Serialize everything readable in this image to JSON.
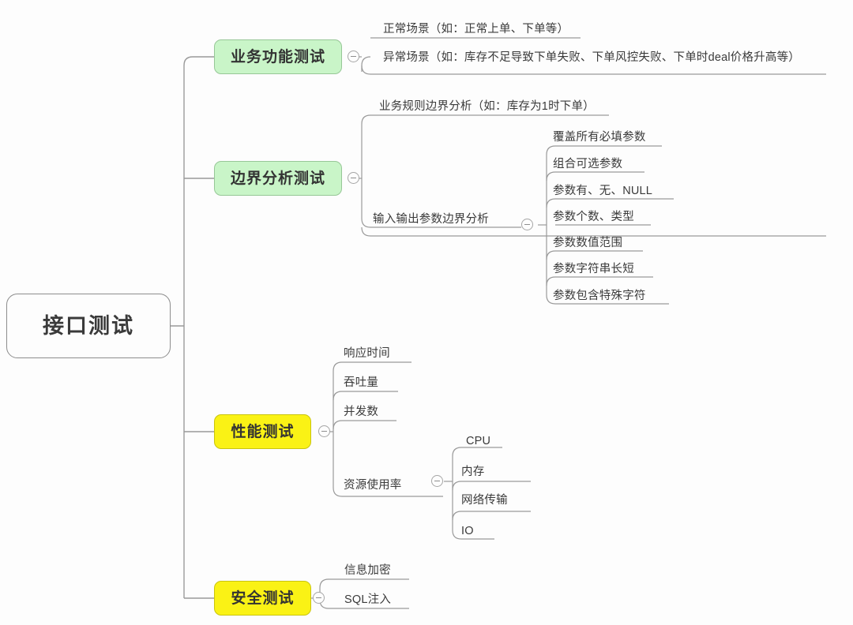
{
  "diagram": {
    "type": "mindmap",
    "title": "接口测试",
    "background_color": "#fdfdfd",
    "line_color": "#9a9a9a",
    "colors": {
      "green": "#c9f5c8",
      "yellow": "#faf215",
      "root": "#fdfdfd",
      "text": "#3a3a3a"
    }
  },
  "root": {
    "label": "接口测试"
  },
  "branches": [
    {
      "label": "业务功能测试",
      "color": "green",
      "toggle": "collapse-minus",
      "children": [
        {
          "label": "正常场景（如：正常上单、下单等）"
        },
        {
          "label": "异常场景（如：库存不足导致下单失败、下单风控失败、下单时deal价格升高等）"
        }
      ]
    },
    {
      "label": "边界分析测试",
      "color": "green",
      "toggle": "collapse-minus",
      "children": [
        {
          "label": "业务规则边界分析（如：库存为1时下单）"
        },
        {
          "label": "输入输出参数边界分析",
          "toggle": "collapse-minus",
          "children": [
            {
              "label": "覆盖所有必填参数"
            },
            {
              "label": "组合可选参数"
            },
            {
              "label": "参数有、无、NULL"
            },
            {
              "label": "参数个数、类型"
            },
            {
              "label": "参数数值范围"
            },
            {
              "label": "参数字符串长短"
            },
            {
              "label": "参数包含特殊字符"
            }
          ]
        }
      ]
    },
    {
      "label": "性能测试",
      "color": "yellow",
      "toggle": "collapse-minus",
      "children": [
        {
          "label": "响应时间"
        },
        {
          "label": "吞吐量"
        },
        {
          "label": "并发数"
        },
        {
          "label": "资源使用率",
          "toggle": "collapse-minus",
          "children": [
            {
              "label": "CPU"
            },
            {
              "label": "内存"
            },
            {
              "label": "网络传输"
            },
            {
              "label": "IO"
            }
          ]
        }
      ]
    },
    {
      "label": "安全测试",
      "color": "yellow",
      "toggle": "collapse-minus",
      "children": [
        {
          "label": "信息加密"
        },
        {
          "label": "SQL注入"
        }
      ]
    }
  ]
}
